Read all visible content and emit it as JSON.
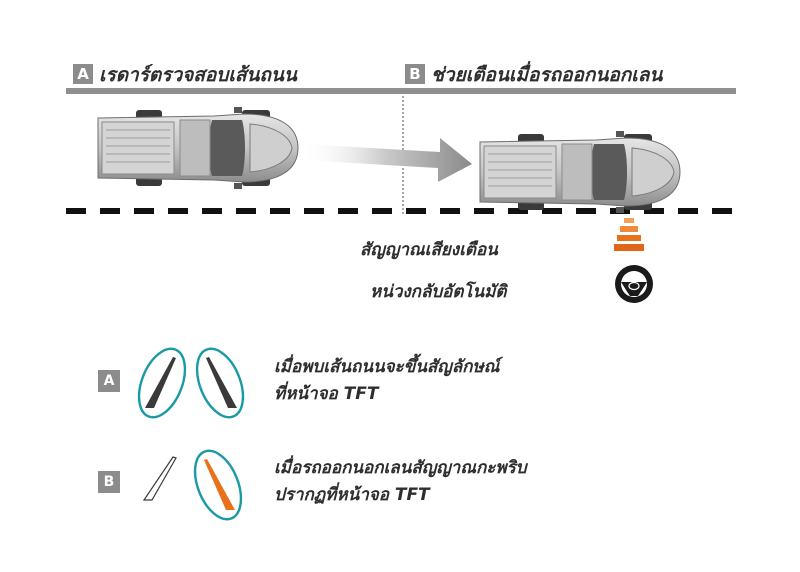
{
  "section_a": {
    "badge": "A",
    "title": "เรดาร์ตรวจสอบเส้นถนน"
  },
  "section_b": {
    "badge": "B",
    "title": "ช่วยเตือนเมื่อรถออกนอกเลน"
  },
  "captions": {
    "warning_sound": "สัญญาณเสียงเตือน",
    "auto_steer": "หน่วงกลับอัตโนมัติ"
  },
  "legend": [
    {
      "badge": "A",
      "line1": "เมื่อพบเส้นถนนจะขึ้นสัญลักษณ์",
      "line2": "ที่หน้าจอ TFT"
    },
    {
      "badge": "B",
      "line1": "เมื่อรถออกนอกเลนสัญญาณกะพริบ",
      "line2": "ปรากฏที่หน้าจอ TFT"
    }
  ],
  "colors": {
    "teal": "#1b9aa6",
    "orange": "#e8721c",
    "badge_gray": "#8c8c8c",
    "road_line": "#111111"
  }
}
